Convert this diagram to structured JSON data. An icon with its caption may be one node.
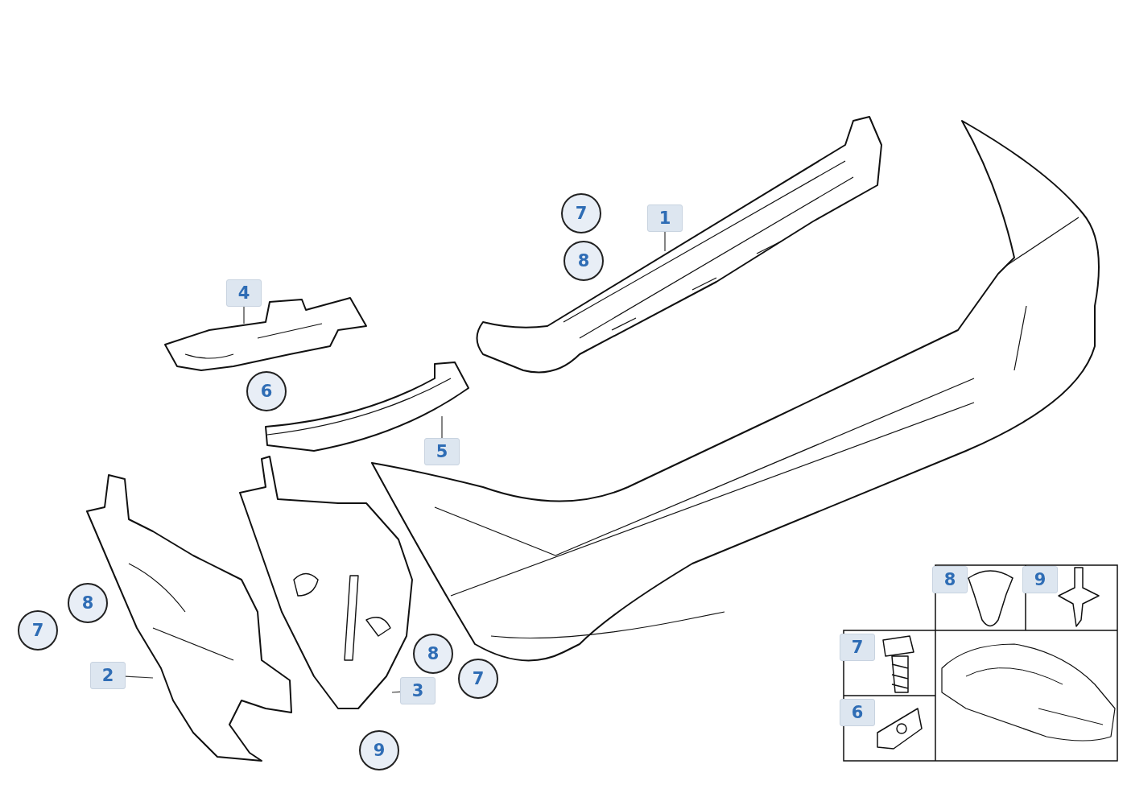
{
  "diagram": {
    "nodes": [
      {
        "text": [
          "1"
        ]
      },
      {
        "text": [],
        "shape": "picture"
      },
      {
        "text": [
          "4"
        ]
      },
      {
        "text": [],
        "shape": "picture"
      },
      {
        "text": [
          "5"
        ]
      },
      {
        "text": [],
        "shape": "picture"
      },
      {
        "text": [
          "2"
        ]
      },
      {
        "text": [],
        "shape": "picture"
      },
      {
        "text": [
          "3"
        ]
      },
      {
        "text": [],
        "shape": "picture"
      },
      {
        "text": [
          "8"
        ]
      },
      {
        "text": [
          "9"
        ]
      },
      {
        "text": [
          "7"
        ]
      },
      {
        "text": [
          "6"
        ]
      }
    ],
    "edges": [
      {
        "from": 0,
        "to": 1,
        "arrow": "none"
      },
      {
        "from": 2,
        "to": 3,
        "arrow": "none"
      },
      {
        "from": 4,
        "to": 5,
        "arrow": "none"
      },
      {
        "from": 6,
        "to": 7,
        "arrow": "none"
      },
      {
        "from": 8,
        "to": 9,
        "arrow": "none"
      }
    ],
    "labels": [
      "7",
      "8",
      "6",
      "8",
      "7",
      "8",
      "7",
      "9"
    ]
  }
}
